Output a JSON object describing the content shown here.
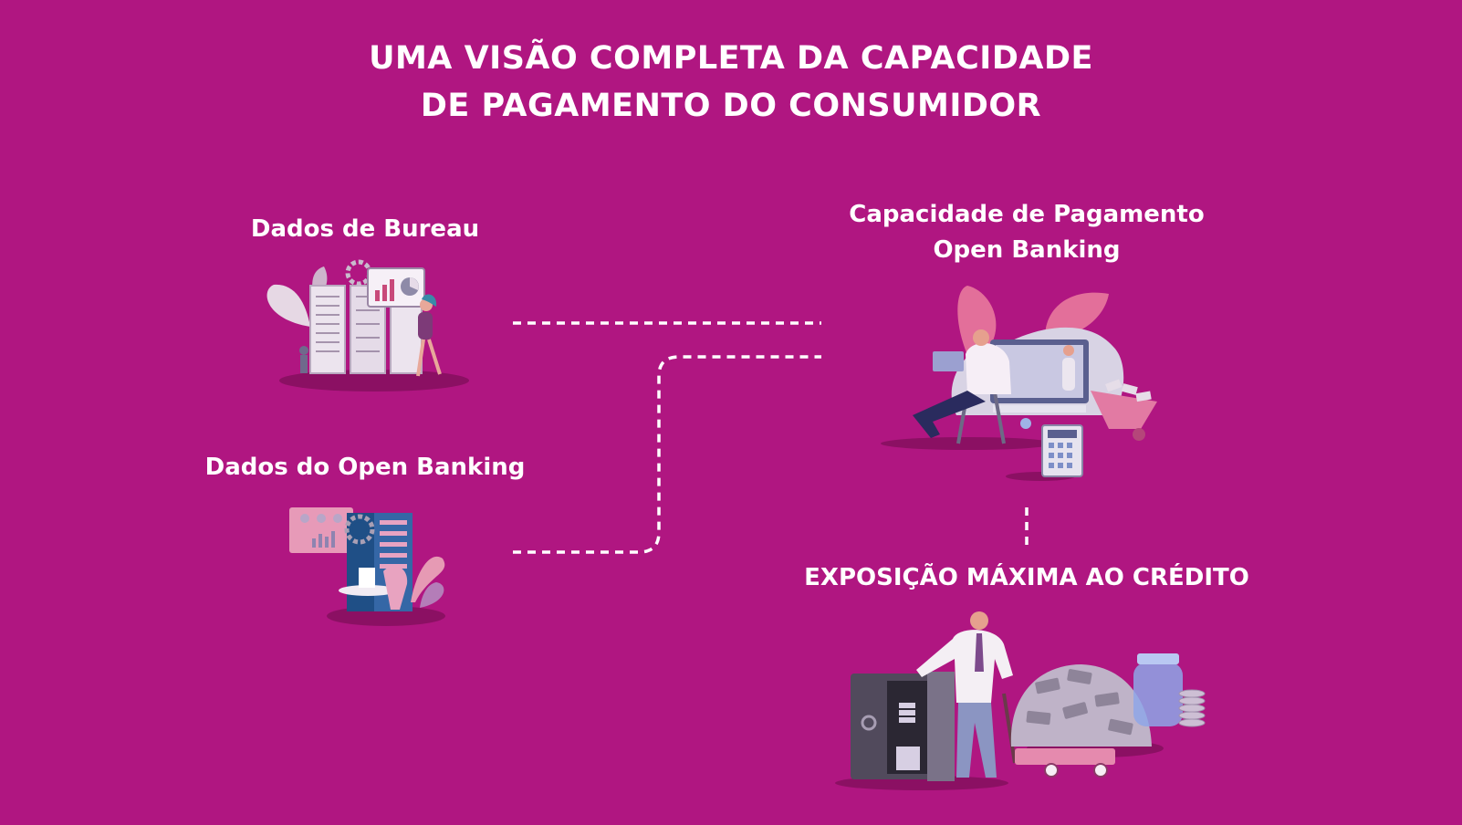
{
  "title": {
    "line1": "UMA VISÃO COMPLETA DA CAPACIDADE",
    "line2": "DE PAGAMENTO DO CONSUMIDOR"
  },
  "nodes": {
    "bureau": {
      "label": "Dados de Bureau"
    },
    "open_banking": {
      "label": "Dados do Open Banking"
    },
    "capacity": {
      "line1": "Capacidade de Pagamento",
      "line2": "Open Banking"
    },
    "exposure": {
      "label": "EXPOSIÇÃO MÁXIMA AO CRÉDITO"
    }
  },
  "colors": {
    "background": "#b01681",
    "text": "#ffffff",
    "connector": "#ffffff"
  }
}
